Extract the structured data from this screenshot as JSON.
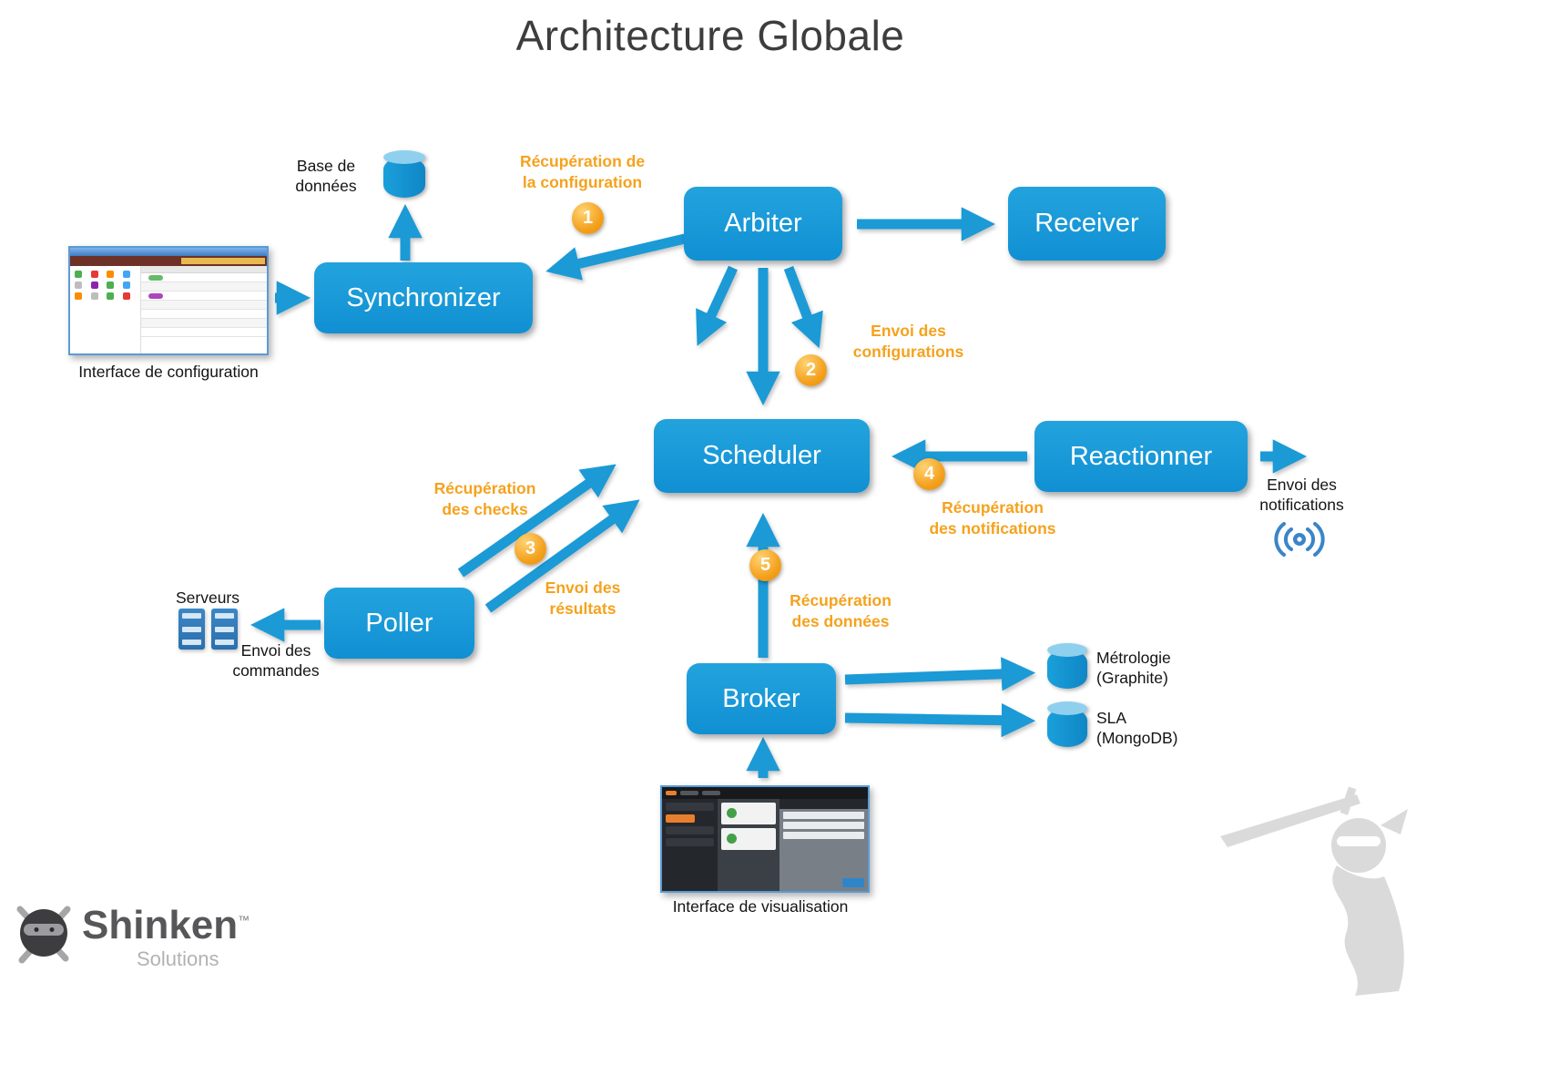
{
  "title": "Architecture Globale",
  "nodes": {
    "synchronizer": {
      "label": "Synchronizer"
    },
    "arbiter": {
      "label": "Arbiter"
    },
    "receiver": {
      "label": "Receiver"
    },
    "scheduler": {
      "label": "Scheduler"
    },
    "reactionner": {
      "label": "Reactionner"
    },
    "poller": {
      "label": "Poller"
    },
    "broker": {
      "label": "Broker"
    }
  },
  "flows": {
    "recuperation_configuration": {
      "label": "Récupération de\nla configuration",
      "badge": "1"
    },
    "envoi_configurations": {
      "label": "Envoi des\nconfigurations",
      "badge": "2"
    },
    "recuperation_checks": {
      "label": "Récupération\ndes checks",
      "badge": "3"
    },
    "envoi_resultats": {
      "label": "Envoi des\nrésultats"
    },
    "recuperation_notifications": {
      "label": "Récupération\ndes notifications",
      "badge": "4"
    },
    "recuperation_donnees": {
      "label": "Récupération\ndes données",
      "badge": "5"
    }
  },
  "peripherals": {
    "base_donnees": {
      "label": "Base de\ndonnées",
      "icon": "database-icon"
    },
    "interface_configuration": {
      "label": "Interface de configuration",
      "icon": "config-interface-screenshot"
    },
    "serveurs": {
      "label": "Serveurs",
      "icon": "servers-icon"
    },
    "envoi_commandes": {
      "label": "Envoi des\ncommandes"
    },
    "envoi_notifications": {
      "label": "Envoi des\nnotifications",
      "icon": "broadcast-icon"
    },
    "metrologie": {
      "label": "Métrologie\n(Graphite)",
      "icon": "database-icon"
    },
    "sla": {
      "label": "SLA\n(MongoDB)",
      "icon": "database-icon"
    },
    "interface_visualisation": {
      "label": "Interface de visualisation",
      "icon": "viz-interface-screenshot"
    }
  },
  "logo": {
    "brand": "Shinken",
    "trademark": "™",
    "subtitle": "Solutions"
  },
  "colors": {
    "node_blue": "#1899d6",
    "arrow_blue": "#1b9ad6",
    "accent_orange": "#f5a21d",
    "title_gray": "#3d3d3d"
  }
}
